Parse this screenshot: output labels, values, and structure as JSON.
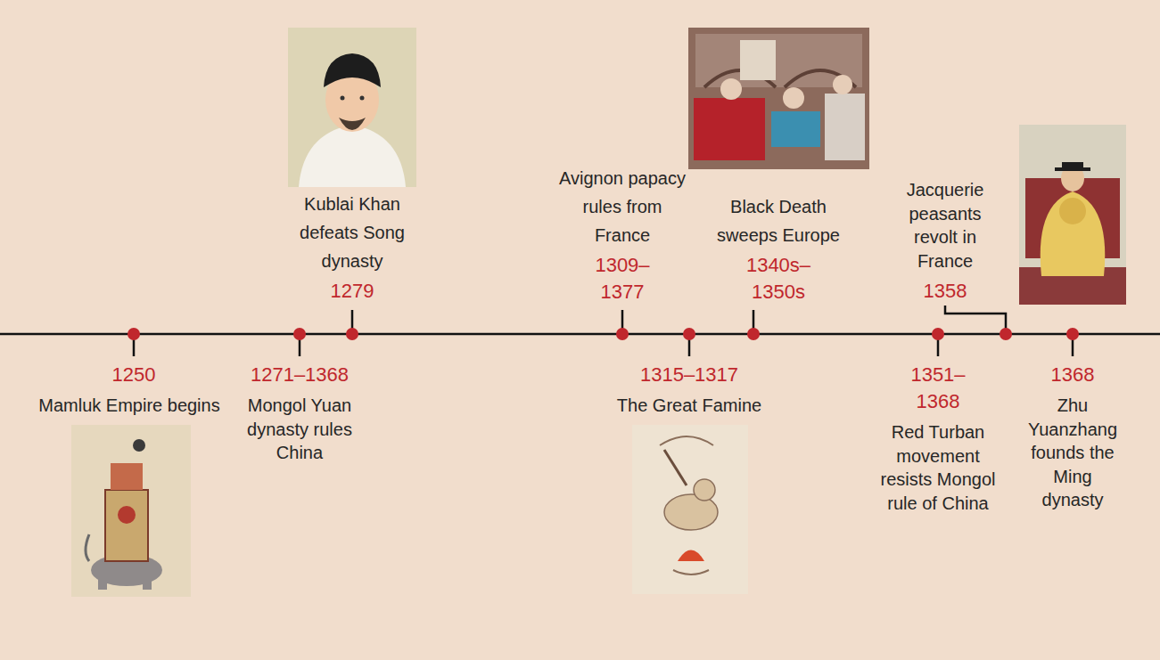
{
  "diagram": {
    "labels": [
      "Kublai Khan defeats Song dynasty",
      "1279",
      "Avignon papacy rules from France",
      "1309–1377",
      "Black Death sweeps Europe",
      "1340s–1350s",
      "Jacquerie peasants revolt in France",
      "1358",
      "1250",
      "Mamluk Empire begins",
      "1271–1368",
      "Mongol Yuan dynasty rules China",
      "1315–1317",
      "The Great Famine",
      "1351–1368",
      "Red Turban movement resists Mongol rule of China",
      "1368",
      "Zhu Yuanzhang founds the Ming dynasty"
    ]
  }
}
